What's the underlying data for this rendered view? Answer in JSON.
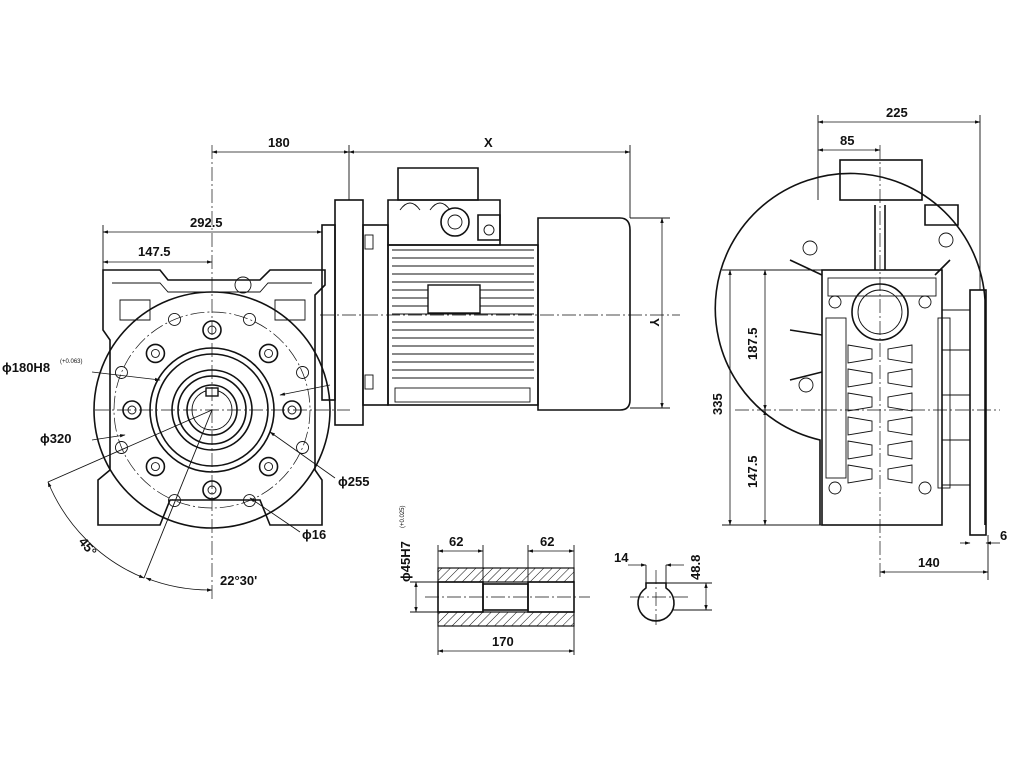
{
  "drawing": {
    "dimensions": {
      "d180": "180",
      "dX": "X",
      "d292": "292.5",
      "d147a": "147.5",
      "dY": "Y",
      "d225": "225",
      "d85": "85",
      "d187": "187.5",
      "d335": "335",
      "d147b": "147.5",
      "d140": "140",
      "d6": "6",
      "d62a": "62",
      "d62b": "62",
      "d170": "170",
      "d14": "14",
      "d48": "48.8",
      "d45": "45°",
      "d2230": "22°30'",
      "d255": "ϕ255",
      "d16": "ϕ16",
      "d320": "ϕ320",
      "d180h8": "ϕ180H8",
      "d180h8tol": "(+0.063)",
      "d45h7": "ϕ45H7",
      "d45h7tol": "(+0.025)"
    }
  }
}
